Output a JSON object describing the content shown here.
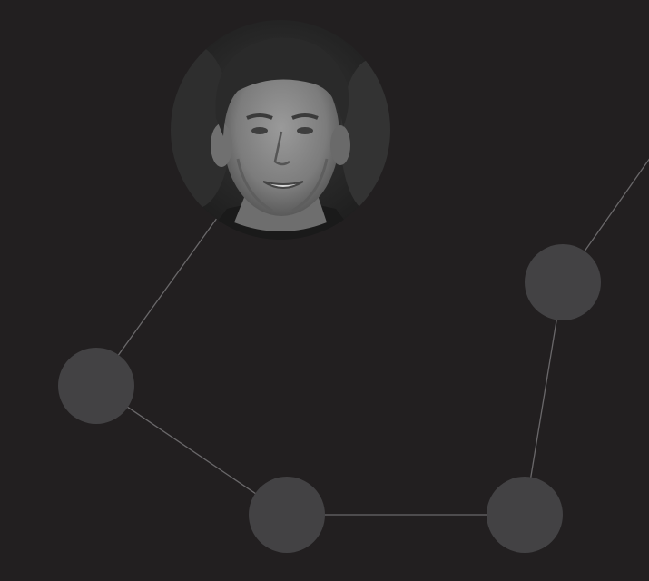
{
  "graph": {
    "background_color": "#221f20",
    "node_color": "#434244",
    "edge_color": "#6a686a",
    "nodes": [
      {
        "id": "portrait",
        "kind": "photo",
        "icon": "person-portrait"
      },
      {
        "id": "node-left",
        "kind": "blank"
      },
      {
        "id": "node-bottom-middle",
        "kind": "blank"
      },
      {
        "id": "node-bottom-right",
        "kind": "blank"
      },
      {
        "id": "node-right",
        "kind": "blank"
      },
      {
        "id": "offscreen-top-right",
        "kind": "offscreen"
      }
    ],
    "edges": [
      {
        "from": "portrait",
        "to": "node-left"
      },
      {
        "from": "node-left",
        "to": "node-bottom-middle"
      },
      {
        "from": "node-bottom-middle",
        "to": "node-bottom-right"
      },
      {
        "from": "node-bottom-right",
        "to": "node-right"
      },
      {
        "from": "node-right",
        "to": "offscreen-top-right"
      }
    ]
  }
}
